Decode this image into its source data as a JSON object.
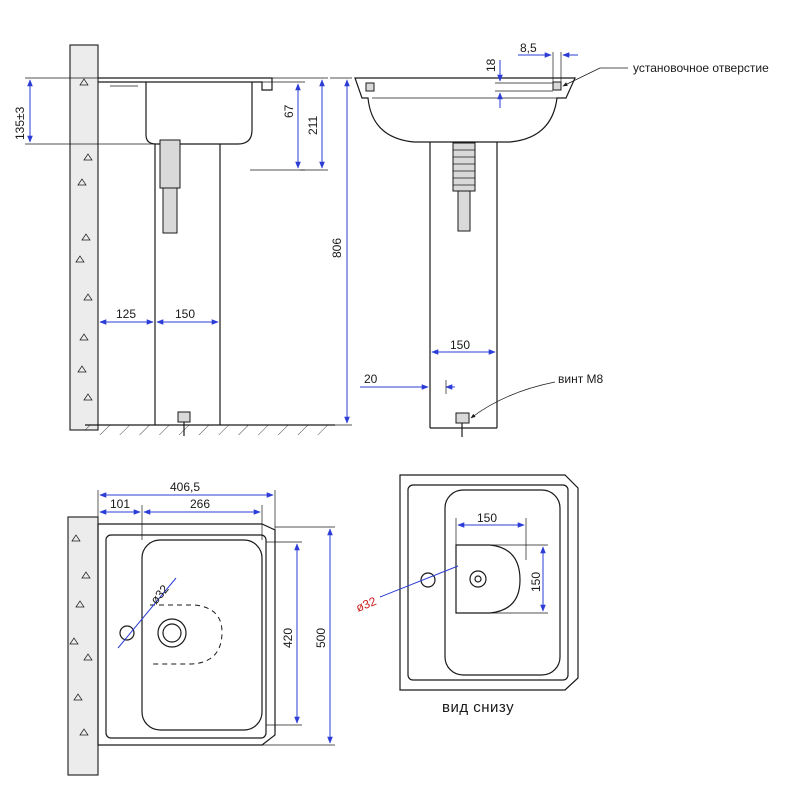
{
  "labels": {
    "mount_hole": "установочное отверстие",
    "screw": "винт М8",
    "bottom_view": "вид снизу"
  },
  "dimensions": {
    "side": {
      "d135": "135±3",
      "d67": "67",
      "d211": "211",
      "d806": "806",
      "d125": "125",
      "d150": "150"
    },
    "front": {
      "d8_5": "8,5",
      "d18": "18",
      "d150": "150",
      "d20": "20"
    },
    "top": {
      "d406_5": "406,5",
      "d101": "101",
      "d266": "266",
      "d420": "420",
      "d500": "500",
      "phi32": "ø32"
    },
    "bottom": {
      "d150_h": "150",
      "d150_v": "150",
      "phi32": "ø32"
    }
  },
  "colors": {
    "dimension": "#2b3dd6",
    "highlight": "#cc1f1f",
    "line": "#1a1a1a"
  }
}
